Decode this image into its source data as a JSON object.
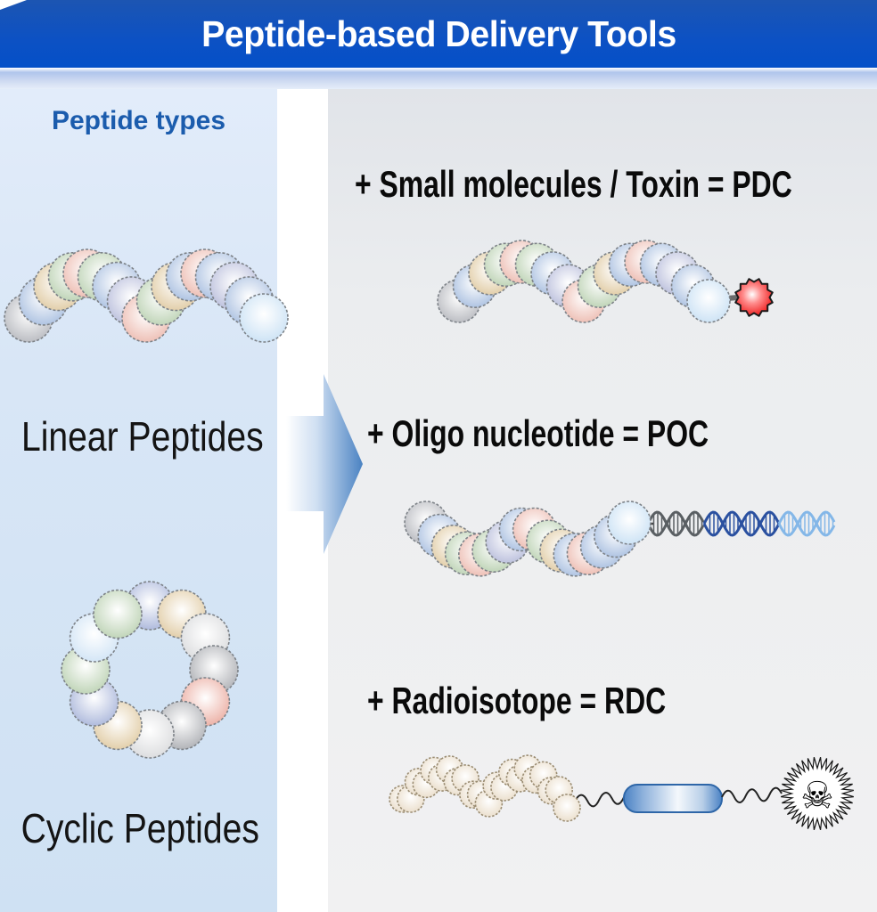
{
  "header": {
    "title": "Peptide-based Delivery Tools"
  },
  "left_panel": {
    "heading": "Peptide types",
    "items": [
      {
        "label": "Linear Peptides",
        "illustration": "linear-peptide-chain"
      },
      {
        "label": "Cyclic Peptides",
        "illustration": "cyclic-peptide-ring"
      }
    ]
  },
  "arrow": {
    "icon": "right-arrow",
    "direction": "right"
  },
  "right_panel": {
    "rows": [
      {
        "label": "+ Small molecules / Toxin = PDC",
        "illustration": "peptide-chain-with-toxin"
      },
      {
        "label": "+ Oligo nucleotide = POC",
        "illustration": "peptide-chain-with-dna-helix"
      },
      {
        "label": "+ Radioisotope = RDC",
        "illustration": "peptide-chain-with-linker-and-radioisotope"
      }
    ]
  },
  "colors": {
    "header_blue_top": "#1c55b2",
    "header_blue_bottom": "#0450c8",
    "heading_blue": "#1b5cad",
    "left_panel": "#d8e6f6",
    "right_panel": "#ebedef",
    "arrow_blue": "#4a82c2",
    "toxin_red": "#ee1c1c",
    "capsule_blue": "#4a82c4",
    "dna_gray": "#5a5f63",
    "dna_dark_blue": "#2a50a0",
    "dna_light_blue": "#84b7e8",
    "bead_outline": "#7d8288",
    "rdc_bead": "#e9dcc8",
    "rdc_bead_outline": "#9a8c72"
  },
  "beads": {
    "linear": [
      "#b4b6bc",
      "#a6bddf",
      "#dfc9a0",
      "#b9d0b0",
      "#ecb9ae",
      "#b9d0b0",
      "#a6bddf",
      "#b6bbda",
      "#ecb9ae",
      "#b9d0b0",
      "#dfc9a0",
      "#a6bddf",
      "#ecb9ae",
      "#a6bddf",
      "#b6bbda",
      "#a6bddf",
      "#c8e0f4"
    ],
    "pdc": [
      "#b4b6bc",
      "#a6bddf",
      "#dfc9a0",
      "#b9d0b0",
      "#ecb9ae",
      "#b9d0b0",
      "#a6bddf",
      "#b6bbda",
      "#ecb9ae",
      "#b9d0b0",
      "#dfc9a0",
      "#a6bddf",
      "#ecb9ae",
      "#a6bddf",
      "#b6bbda",
      "#a6bddf",
      "#c8e0f4"
    ],
    "poc": [
      "#b4b6bc",
      "#a6bddf",
      "#dfc9a0",
      "#b9d0b0",
      "#ecb9ae",
      "#b9d0b0",
      "#b6bbda",
      "#a6bddf",
      "#ecb9ae",
      "#b9d0b0",
      "#dfc9a0",
      "#a6bddf",
      "#ecb9ae",
      "#a6bddf",
      "#a6bddf",
      "#c8e0f4"
    ],
    "cyclic": [
      "#a6b3d9",
      "#dfc9a0",
      "#d9dadc",
      "#a9abb0",
      "#eaa99d",
      "#a9abb0",
      "#d9dadc",
      "#dfc9a0",
      "#a6b3d9",
      "#b9d0b0",
      "#cfe3f5",
      "#b9d0b0"
    ],
    "rdc_count": 22
  },
  "symbols": {
    "toxin": "toxin-molecule-icon",
    "dna": "dna-helix-icon",
    "capsule": "linker-capsule-icon",
    "radioisotope": "skull-radioisotope-icon",
    "skull_glyph": "☠"
  }
}
